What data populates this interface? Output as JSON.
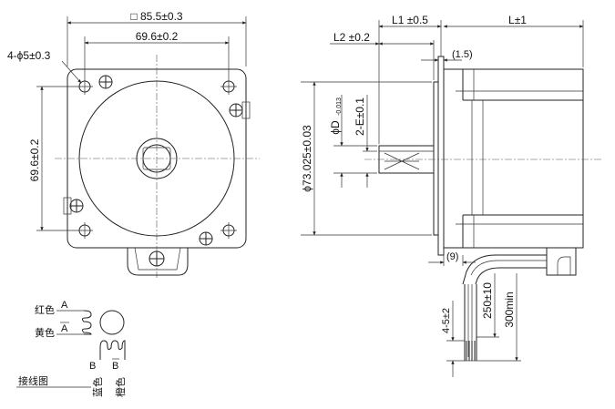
{
  "front_view": {
    "dim_outer_width": "□ 85.5±0.3",
    "dim_hole_spacing_h": "69.6±0.2",
    "dim_hole_spacing_v": "69.6±0.2",
    "dim_holes": "4-ϕ5±0.3"
  },
  "side_view": {
    "dim_l1": "L1 ±0.5",
    "dim_l": "L±1",
    "dim_l2": "L2 ±0.2",
    "dim_flange": "(1.5)",
    "dim_pilot": "ϕ73.025±0.03",
    "dim_shaft": "ϕD",
    "dim_shaft_tol": "-0.013",
    "dim_flat": "2-E±0.1",
    "dim_cable_offset": "(9)",
    "dim_strip": "4-5±2",
    "dim_lead_a": "250±10",
    "dim_lead_b": "300min"
  },
  "wiring": {
    "label_red": "红色",
    "label_yellow": "黄色",
    "label_blue": "蓝色",
    "label_orange": "橙色",
    "phase_a": "A",
    "phase_a_bar": "A",
    "phase_b": "B",
    "phase_b_bar": "B",
    "title": "接线图"
  }
}
